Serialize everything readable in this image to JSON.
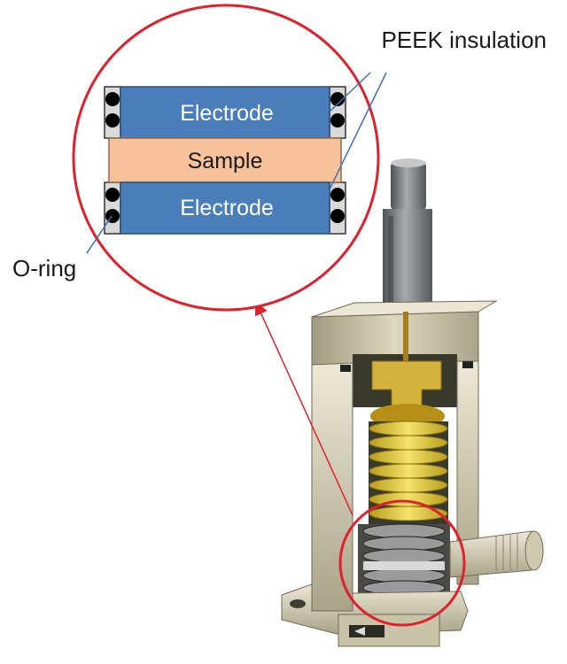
{
  "labels": {
    "peek": "PEEK insulation",
    "oring": "O-ring",
    "electrode_top": "Electrode",
    "sample": "Sample",
    "electrode_bottom": "Electrode"
  },
  "colors": {
    "electrode": "#4a7ebb",
    "sample": "#f7c29a",
    "peek": "#d9d9d9",
    "oring": "#000000",
    "highlight_circle": "#e0202a",
    "leader_line": "#3d6fb0",
    "body_metal": "#c9c3a8",
    "spring": "#e8d046",
    "brass": "#d8b83a",
    "rod": "#7d7f83"
  }
}
